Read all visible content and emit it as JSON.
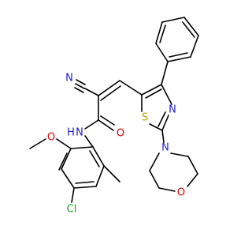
{
  "molecule": {
    "atoms": {
      "n_nitrile": {
        "text": "N",
        "color": "#2020d0"
      },
      "o_amide": {
        "text": "O",
        "color": "#e00000"
      },
      "nh_amide": {
        "text": "N",
        "color": "#2020d0"
      },
      "h_amide": {
        "text": "H",
        "color": "#2020d0"
      },
      "o_methoxy": {
        "text": "O",
        "color": "#e00000"
      },
      "cl": {
        "text": "Cl",
        "color": "#20a020"
      },
      "s_thiazole": {
        "text": "S",
        "color": "#b8a000"
      },
      "n_thiazole": {
        "text": "N",
        "color": "#2020d0"
      },
      "n_morpholine": {
        "text": "N",
        "color": "#2020d0"
      },
      "o_morpholine": {
        "text": "O",
        "color": "#e00000"
      }
    }
  }
}
